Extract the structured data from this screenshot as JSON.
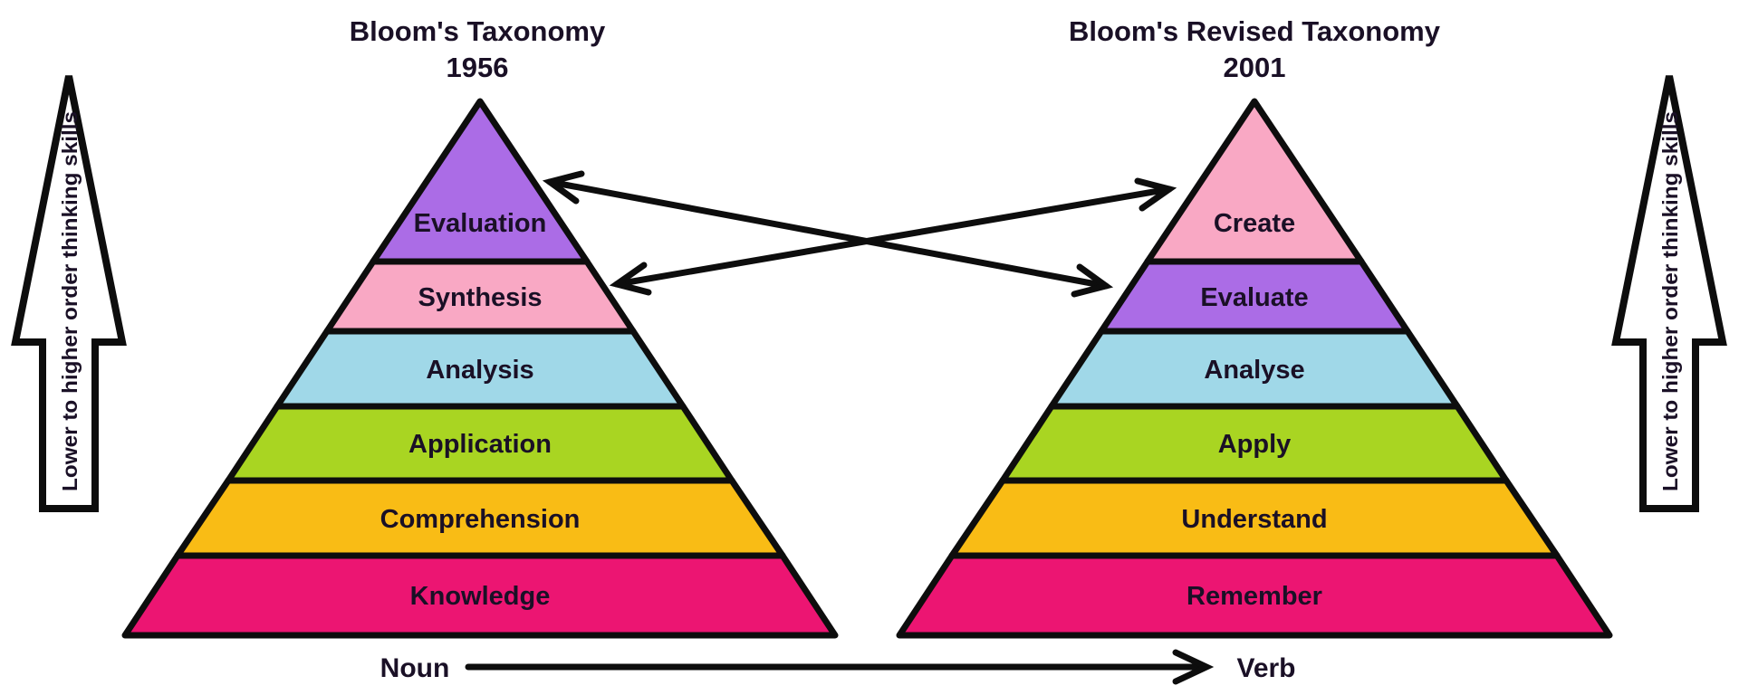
{
  "colors": {
    "background": "#ffffff",
    "outline": "#0d0d0d",
    "label_text": "#1a1026",
    "purple": "#ab6ce6",
    "pink": "#f9a8c4",
    "blue": "#a0d8e8",
    "green": "#a9d522",
    "amber": "#f9bc15",
    "magenta": "#ec1572"
  },
  "left_pyramid": {
    "title_line1": "Bloom's Taxonomy",
    "title_line2": "1956",
    "levels": [
      {
        "label": "Evaluation",
        "color": "#ab6ce6"
      },
      {
        "label": "Synthesis",
        "color": "#f9a8c4"
      },
      {
        "label": "Analysis",
        "color": "#a0d8e8"
      },
      {
        "label": "Application",
        "color": "#a9d522"
      },
      {
        "label": "Comprehension",
        "color": "#f9bc15"
      },
      {
        "label": "Knowledge",
        "color": "#ec1572"
      }
    ]
  },
  "right_pyramid": {
    "title_line1": "Bloom's Revised Taxonomy",
    "title_line2": "2001",
    "levels": [
      {
        "label": "Create",
        "color": "#f9a8c4"
      },
      {
        "label": "Evaluate",
        "color": "#ab6ce6"
      },
      {
        "label": "Analyse",
        "color": "#a0d8e8"
      },
      {
        "label": "Apply",
        "color": "#a9d522"
      },
      {
        "label": "Understand",
        "color": "#f9bc15"
      },
      {
        "label": "Remember",
        "color": "#ec1572"
      }
    ]
  },
  "mapping_arrows": [
    {
      "from": "Evaluation",
      "to": "Evaluate"
    },
    {
      "from": "Synthesis",
      "to": "Create"
    }
  ],
  "side_arrows": {
    "label": "Lower to higher order thinking skills"
  },
  "bottom_axis": {
    "left_label": "Noun",
    "right_label": "Verb"
  }
}
